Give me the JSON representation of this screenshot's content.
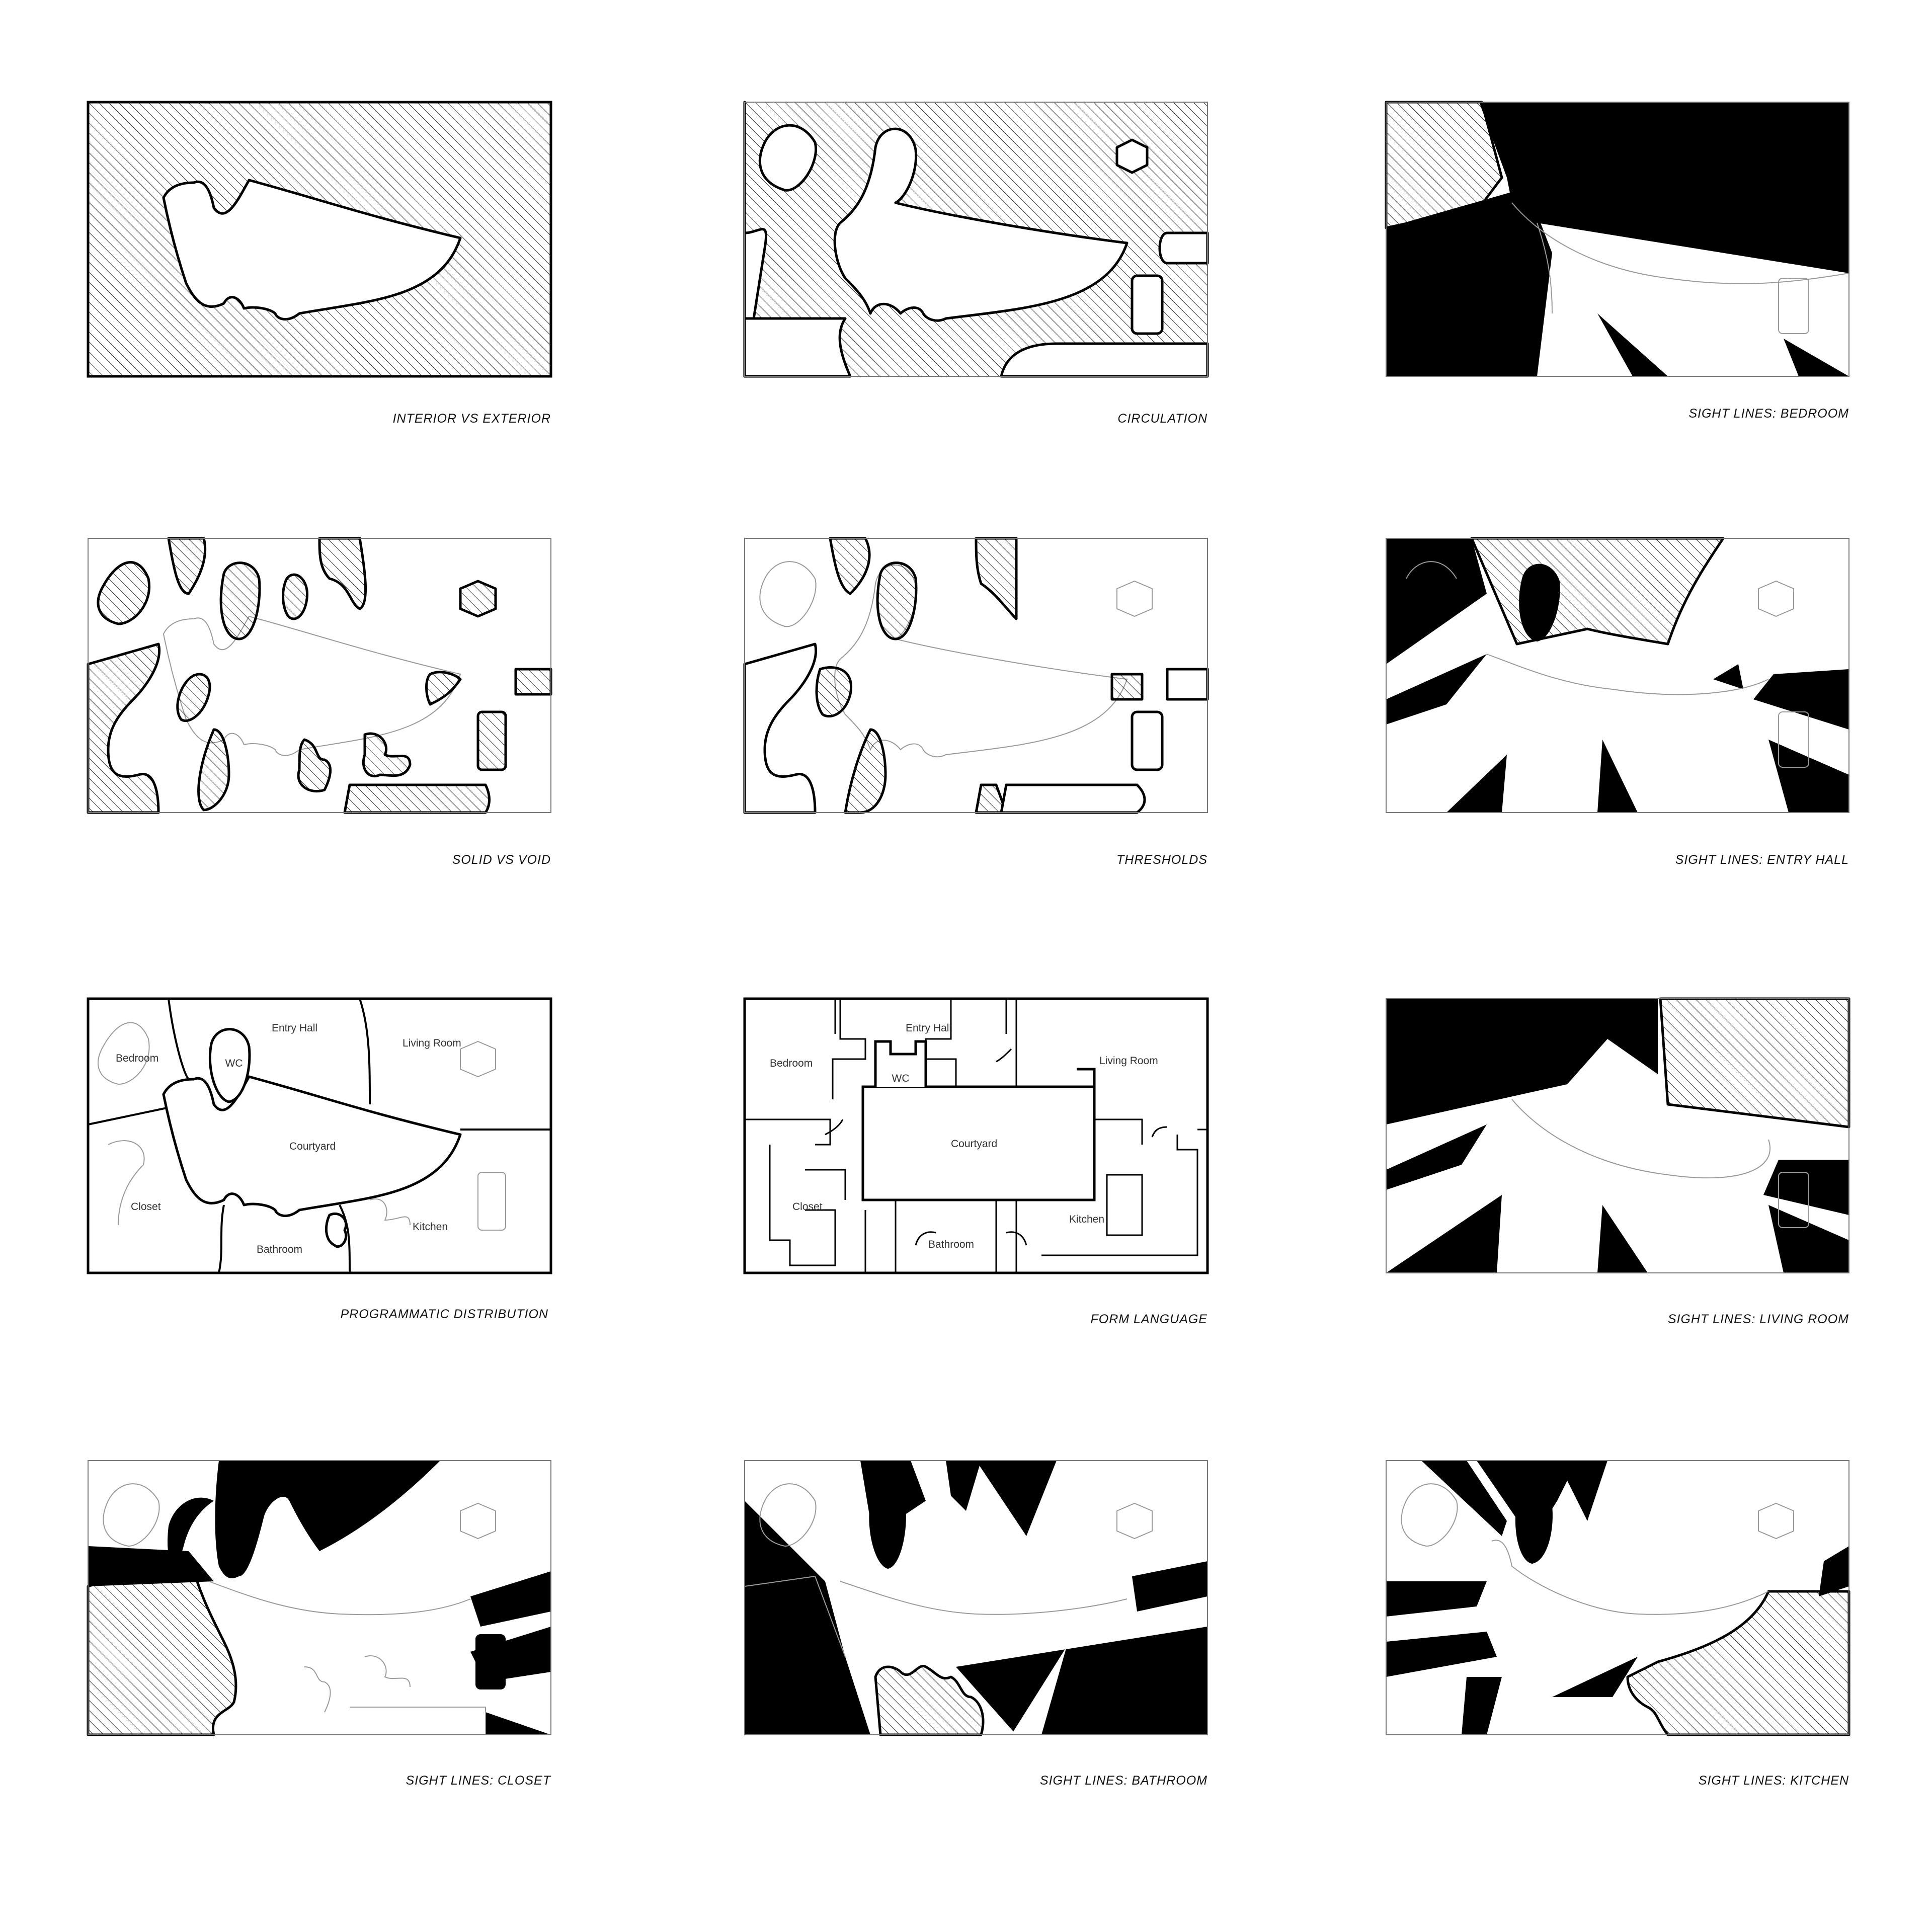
{
  "panels": [
    {
      "id": "interior-vs-exterior",
      "caption": "INTERIOR VS EXTERIOR",
      "mode": "exterior"
    },
    {
      "id": "circulation",
      "caption": "CIRCULATION",
      "mode": "circulation"
    },
    {
      "id": "sight-bedroom",
      "caption": "SIGHT LINES: BEDROOM",
      "mode": "sight"
    },
    {
      "id": "solid-vs-void",
      "caption": "SOLID VS VOID",
      "mode": "solid"
    },
    {
      "id": "thresholds",
      "caption": "THRESHOLDS",
      "mode": "thresholds"
    },
    {
      "id": "sight-entry-hall",
      "caption": "SIGHT LINES: ENTRY HALL",
      "mode": "sight"
    },
    {
      "id": "programmatic-distribution",
      "caption": "PROGRAMMATIC DISTRIBUTION",
      "mode": "program"
    },
    {
      "id": "form-language",
      "caption": "FORM LANGUAGE",
      "mode": "form"
    },
    {
      "id": "sight-living-room",
      "caption": "SIGHT LINES: LIVING ROOM",
      "mode": "sight"
    },
    {
      "id": "sight-closet",
      "caption": "SIGHT LINES: CLOSET",
      "mode": "sight"
    },
    {
      "id": "sight-bathroom",
      "caption": "SIGHT LINES: BATHROOM",
      "mode": "sight"
    },
    {
      "id": "sight-kitchen",
      "caption": "SIGHT LINES: KITCHEN",
      "mode": "sight"
    }
  ],
  "program_labels": {
    "bedroom": "Bedroom",
    "entry_hall": "Entry Hall",
    "wc": "WC",
    "living_room": "Living Room",
    "courtyard": "Courtyard",
    "closet": "Closet",
    "bathroom": "Bathroom",
    "kitchen": "Kitchen"
  },
  "form_labels": {
    "bedroom": "Bedroom",
    "entry_hall": "Entry Hall",
    "wc": "WC",
    "living_room": "Living Room",
    "courtyard": "Courtyard",
    "closet": "Closet",
    "bathroom": "Bathroom",
    "kitchen": "Kitchen"
  },
  "colors": {
    "ink": "#000000",
    "hatch": "#000000",
    "line": "#9a9a9a",
    "paper": "#ffffff"
  }
}
